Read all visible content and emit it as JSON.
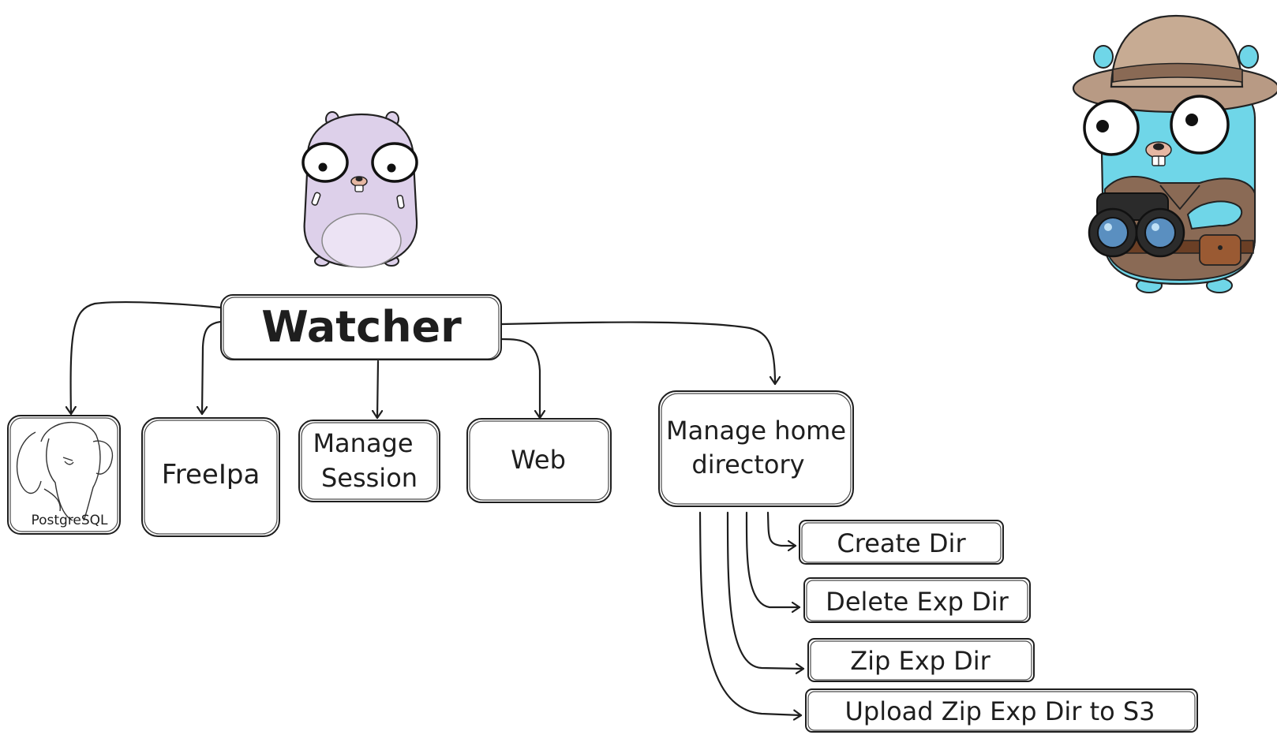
{
  "diagram": {
    "root": {
      "label": "Watcher"
    },
    "children": [
      {
        "id": "postgresql",
        "label": "PostgreSQL"
      },
      {
        "id": "freeipa",
        "label": "FreeIpa"
      },
      {
        "id": "manage-session",
        "label_line1": "Manage",
        "label_line2": "Session"
      },
      {
        "id": "web",
        "label": "Web"
      },
      {
        "id": "manage-home",
        "label_line1": "Manage home",
        "label_line2": "directory"
      }
    ],
    "home_actions": [
      {
        "id": "create-dir",
        "label": "Create Dir"
      },
      {
        "id": "delete-exp-dir",
        "label": "Delete Exp Dir"
      },
      {
        "id": "zip-exp-dir",
        "label": "Zip Exp Dir"
      },
      {
        "id": "upload-zip",
        "label": "Upload Zip Exp Dir to S3"
      }
    ]
  },
  "mascots": [
    {
      "id": "purple-gopher",
      "color": "#ddd0ea",
      "belly": "#ece3f4"
    },
    {
      "id": "explorer-gopher",
      "body": "#6fd6e8",
      "hat": "#b89a84",
      "coat": "#8a6a55",
      "binocular": "#2b2b2b",
      "lens": "#5a8fc0"
    }
  ],
  "colors": {
    "ink": "#1e1e1e",
    "background": "#ffffff"
  }
}
